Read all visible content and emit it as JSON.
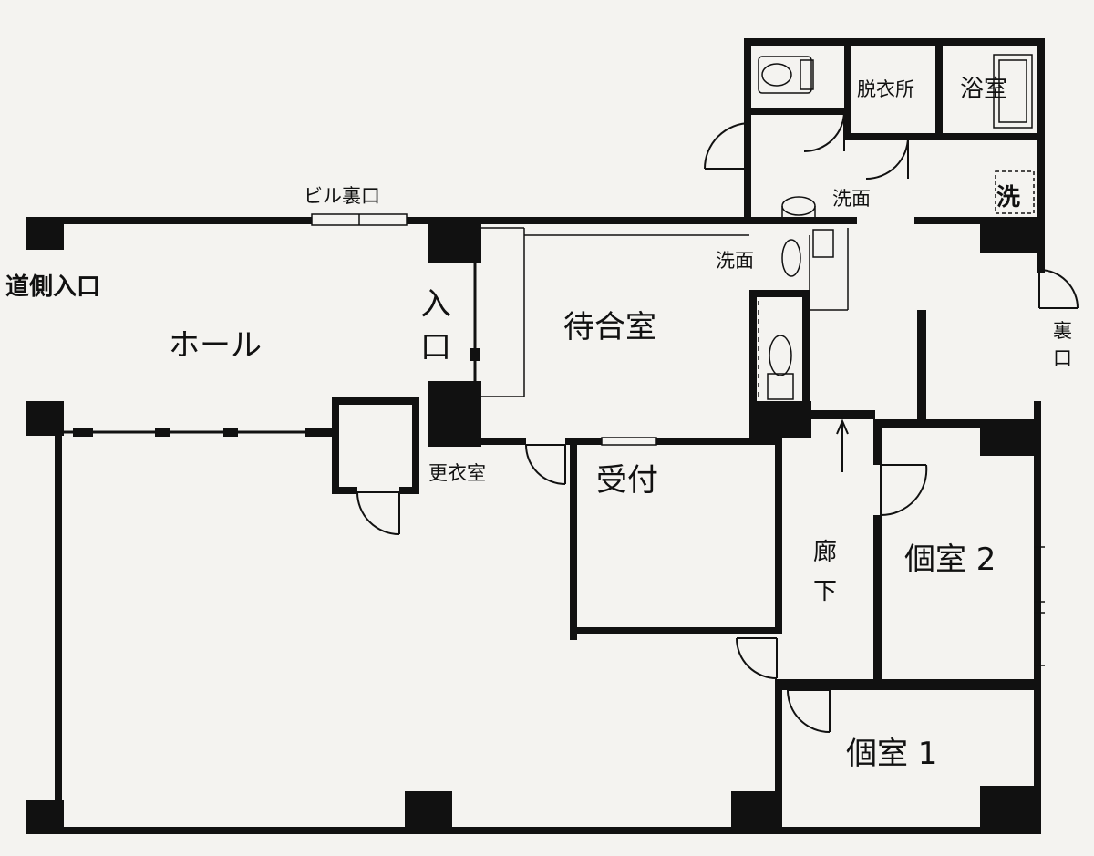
{
  "labels": {
    "hall": "ホール",
    "road_entrance": "道側入口",
    "building_back_entrance": "ビル裏口",
    "entrance_1": "入",
    "entrance_2": "口",
    "waiting_room": "待合室",
    "changing_room": "更衣室",
    "reception": "受付",
    "washroom_upper": "洗面",
    "washroom_lower": "洗面",
    "dressing_room": "脱衣所",
    "bathroom": "浴室",
    "laundry": "洗",
    "back_door_1": "裏",
    "back_door_2": "口",
    "corridor_1": "廊",
    "corridor_2": "下",
    "private_room_1": "個室 1",
    "private_room_2": "個室 2"
  },
  "colors": {
    "ink": "#111111",
    "paper": "#f4f3f0"
  }
}
